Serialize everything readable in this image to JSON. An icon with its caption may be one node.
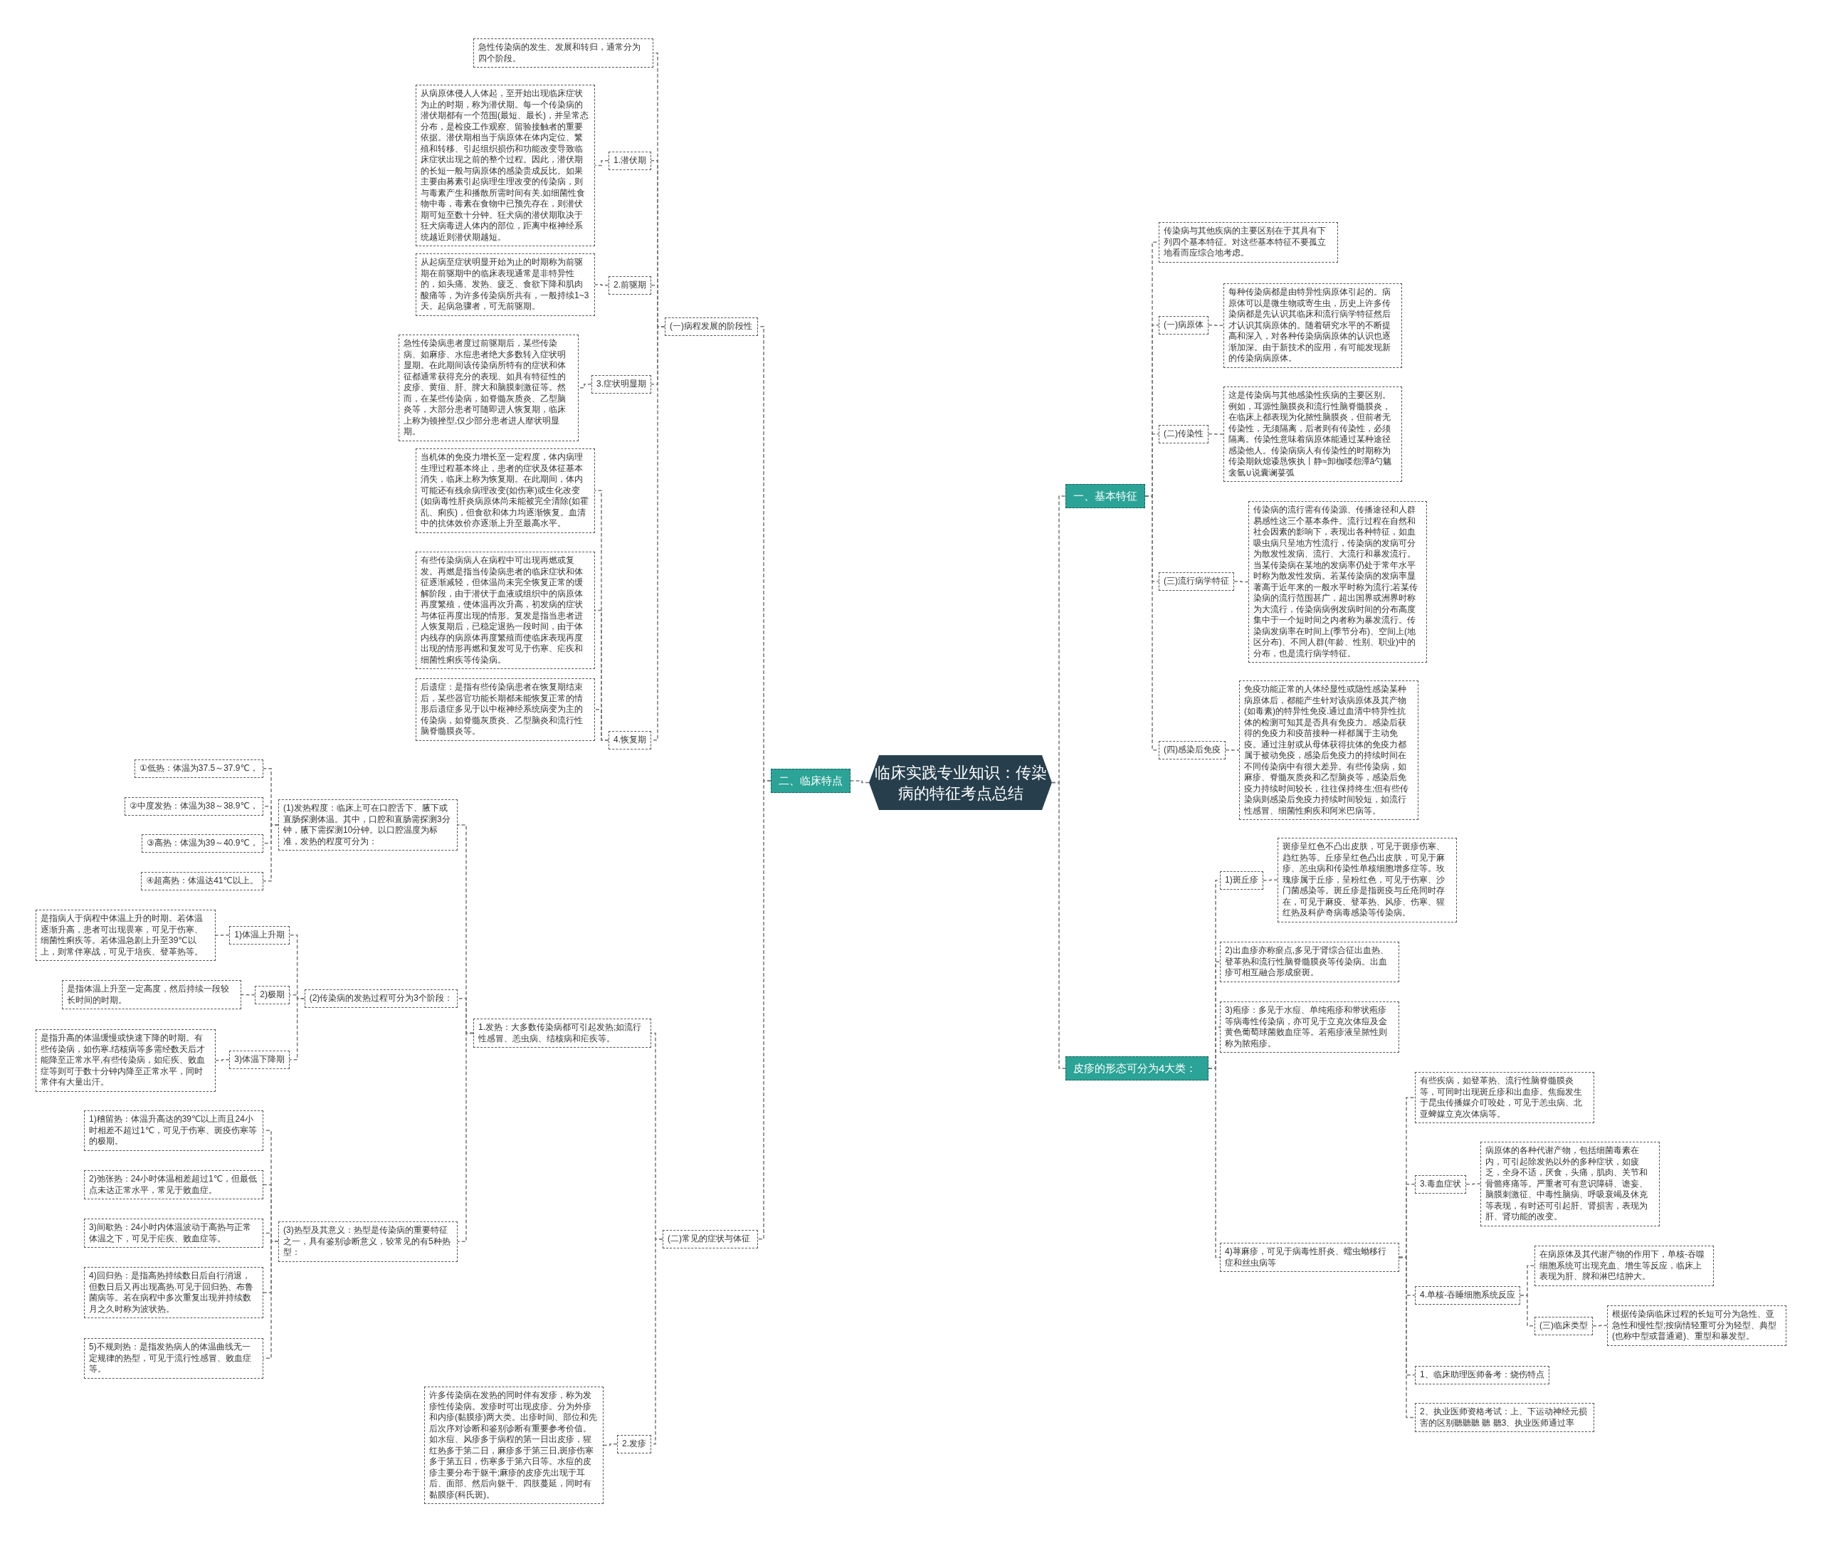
{
  "diagram": {
    "nodes": [
      {
        "text": [
          "临床实践专业知识：传染病的特征考点总结"
        ]
      },
      {
        "text": [
          "二、临床特点"
        ]
      },
      {
        "text": [
          "(一)病程发展的阶段性"
        ]
      },
      {
        "text": [
          "急性传染病的发生、发展和转归，通常分为四个阶段。"
        ]
      },
      {
        "text": [
          "1.潜伏期"
        ]
      },
      {
        "text": [
          "从病原体侵人人体起，至开始出现临床症状为止的时期，称为潜伏期。每一个传染病的潜伏期都有一个范围(最短、最长)，并呈常态分布，是检疫工作观察、留验接触者的重要依据。潜伏期相当于病原体在体内定位、繁殖和转移、引起组织损伤和功能改变导致临床症状出现之前的整个过程。因此，潜伏期的长短一般与病原体的感染贵成反比。如果主要由募素引起病理生理改变的传染病，则与毒素产生和播散所需时间有关.如细菌性食物中毒，毒素在食物中已预先存在，则潜伏期可短至数十分钟。狂犬病的潜伏期取决于狂犬病毒进人体内的部位，距离中枢神经系统越近则潜伏期越短。"
        ]
      },
      {
        "text": [
          "2.前驱期"
        ]
      },
      {
        "text": [
          "从起病至症状明显开始为止的时期称为前驱期在前驱期中的临床表现通常是非特异性的，如头痛、发热、疲乏、食欲下降和肌肉酸痛等，为许多传染病所共有，一般持续1~3天。起病急骤者，可无前驱期。"
        ]
      },
      {
        "text": [
          "3.症状明显期"
        ]
      },
      {
        "text": [
          "急性传染病患者度过前驱期后，某些传染病、如麻疹、水痘患者绝大多数转入症状明显期。在此期间该传染病所特有的症状和体征都通常获得充分的表现、如具有特征性的皮疹、黄疸、肝、脾大和脑膜刺激征等。然而，在某些传染病，如脊髓灰质炎、乙型脑炎等，大部分患者可随即进人恢复期，临床上称为顿挫型,仅少部分患者进人靡状明显期。"
        ]
      },
      {
        "text": [
          "4.恢复期"
        ]
      },
      {
        "text": [
          "当机体的免疫力增长至一定程度，体内病理生理过程基本终止，患者的症状及体征基本消失，临床上称为恢复期。在此期间，体内可能还有残余病理改变(如伤寒)或生化改变(如病毒性肝炎病原体尚未能被完全清除(如霍乱、痢疾)，但食欲和体力均逐渐恢复。血清中的抗体效价亦逐渐上升至最高水平。"
        ]
      },
      {
        "text": [
          "有些传染病病人在病程中可出现再燃或复发。再燃是指当传染病患者的临床症状和体征逐渐减轻，但体温尚未完全恢复正常的缓解阶段，由于潜伏于血液或组织中的病原体再度繁殖，使体温再次升高，初发病的症状与体征再度出现的情形。复发是指当患者进人恢复期后，已稳定退热一段时间，由于体内残存的病原体再度繁殖而使临床表现再度出现的情形再燃和复发可见于伤寒、疟疾和细菌性痢疾等传染病。"
        ]
      },
      {
        "text": [
          "后遗症：是指有些传染病患者在恢复期结束后，某些器官功能长期都未能恢复正常的情形后遗症多见于以中枢神经系统病变为主的传染病，如脊髓灰质炎、乙型脑炎和流行性脑脊髓膜炎等。"
        ]
      },
      {
        "text": [
          "(二)常见的症状与体征"
        ]
      },
      {
        "text": [
          "1.发热：大多数传染病都可引起发热;如流行性感冒、恙虫病、结核病和疟疾等。"
        ]
      },
      {
        "text": [
          "(1)发热程度：临床上可在口腔舌下、腋下或直肠探测体温。其中，口腔和直肠需探测3分钟，腋下需探测10分钟。以口腔温度为标准，发热的程度可分为："
        ]
      },
      {
        "text": [
          "①低热：体温为37.5～37.9℃，"
        ]
      },
      {
        "text": [
          "②中度发热：体温为38～38.9℃，"
        ]
      },
      {
        "text": [
          "③高热：体温为39～40.9℃，"
        ]
      },
      {
        "text": [
          "④超高热：体温达41℃以上。"
        ]
      },
      {
        "text": [
          "(2)传染病的发热过程可分为3个阶段："
        ]
      },
      {
        "text": [
          "1)体温上升期"
        ]
      },
      {
        "text": [
          "是指病人于病程中体温上升的时期。若体温逐渐升高，患者可出现畏寒，可见于伤寒、细菌性痢疾等。若体温急剧上升至39℃以上，则常伴寒战，可见于培疾、登革热等。"
        ]
      },
      {
        "text": [
          "2)极期"
        ]
      },
      {
        "text": [
          "是指体温上升至一定高度，然后持续一段较长时间的时期。"
        ]
      },
      {
        "text": [
          "3)体温下降期"
        ]
      },
      {
        "text": [
          "是指升高的体温缓慢或快速下降的时期。有些传染病，如伤寒.结核病等多需经数天后才能降至正常水平,有些传染病，如疟疾、败血症等则可于数十分钟内降至正常水平，同时常伴有大量出汗。"
        ]
      },
      {
        "text": [
          "(3)热型及其意义：热型是传染病的重要特征之一，具有鉴别诊断意义，较常见的有5种热型："
        ]
      },
      {
        "text": [
          "1)稽留热：体温升高达的39℃以上而且24小时相差不超过1℃，可见于伤寒、斑疫伤寒等的极期。"
        ]
      },
      {
        "text": [
          "2)弛张热：24小时体温相差超过1℃，但最低点未达正常水平，常见于败血症。"
        ]
      },
      {
        "text": [
          "3)间歇热：24小时内体温波动于高热与正常体温之下，可见于疟疾、败血症等。"
        ]
      },
      {
        "text": [
          "4)回归热：是指高热持续数日后自行消退，但数日后又再出现高热.可见于回归热、布鲁菌病等。若在病程中多次重复出现并持续数月之久时称为波状热。"
        ]
      },
      {
        "text": [
          "5)不规则热：是指发热病人的体温曲线无一定规律的热型，可见于流行性感冒、败血症等。"
        ]
      },
      {
        "text": [
          "2.发疹"
        ]
      },
      {
        "text": [
          "许多传染病在发热的同时伴有发疹，称为发疹性传染病。发疹时可出现皮疹。分为外疹和内疹(黏膜疹)两大类。出疹时间、部位和先后次序对诊断和鉴别诊断有重要参考价值。如水痘、风疹多于病程的第一日出皮疹，猩红热多于第二日，麻疹多于第三日,斑疹伤寒多于第五日，伤寒多于第六日等。水痘的皮疹主要分布于躯干;麻疹的皮疹先出现于耳后、面部、然后向躯干、四肢蔓延，同时有黏膜疹(科氏斑)。"
        ]
      },
      {
        "text": [
          "一、基本特征"
        ]
      },
      {
        "text": [
          "传染病与其他疾病的主要区别在于其具有下列四个基本特征。对这些基本特征不要孤立地看而应综合地考虑。"
        ]
      },
      {
        "text": [
          "(一)病原体"
        ]
      },
      {
        "text": [
          "每种传染病都是由特异性病原体引起的。病原体可以是微生物或寄生虫，历史上许多传染病都是先认识其临床和流行病学特征然后才认识其病原体的。随着研究水平的不断提高和深入，对各种传染病病原体的认识也逐渐加深。由于新技术的应用，有可能发现新的传染病病原体。"
        ]
      },
      {
        "text": [
          "(二)传染性"
        ]
      },
      {
        "text": [
          "这是传染病与其他感染性疾病的主要区别。例如，耳源性脑膜炎和流行性脑脊髓膜炎，在临床上都表现为化脓性脑膜炎，但前者无传染性，无须隔离，后者则有传染性，必须隔离。传染性意味着病原体能通过某种途径感染他人。传染病病人有传染性的时期称为传染期鈥熄诿恳恢执丨静≈卸枷喽怨潭ǎ勺魑衾氩∪说囊谰荽弧"
        ]
      },
      {
        "text": [
          "(三)流行病学特征"
        ]
      },
      {
        "text": [
          "传染病的流行需有传染源、传播途径和人群易感性这三个基本条件。流行过程在自然和社会因素的影响下，表现出各种特征，如血吸虫病只呈地方性流行，传染病的发病可分为散发性发病、流行、大流行和暴发流行。当某传染病在某地的发病率仍处于常年水平时称为散发性发病。若某传染病的发病率显著高于近年来的一般水平时称为流行;若某传染病的流行范围甚广，超出国界或洲界时称为大流行，传染病病例发病时间的分布高度集中于一个短时间之内者称为暴发流行。传染病发病率在时间上(季节分布)、空间上(地区分布)、不同人群(年龄、性别、职业)中的分布，也是流行病学特征。"
        ]
      },
      {
        "text": [
          "(四)感染后免疫"
        ]
      },
      {
        "text": [
          "免疫功能正常的人体经显性或隐性感染某种病原体后，都能产生针对该病原体及其产物(如毒素)的特异性免疫.通过血清中特异性抗体的检测可知其是否具有免疫力。感染后获得的免疫力和疫苗接种一样都属于主动免疫。通过注射或从母体获得抗体的免疫力都属于被动免疫，感染后免疫力的持续时间在不同传染病中有很大差异。有些传染病，如麻疹、脊髓灰质炎和乙型脑炎等，感染后免疫力持续时间较长，往往保持终生;但有些传染病则感染后免疫力持续时间较短，如流行性感冒、细菌性痢疾和阿米巴病等。"
        ]
      },
      {
        "text": [
          "皮疹的形态可分为4大类："
        ]
      },
      {
        "text": [
          "1)斑丘疹"
        ]
      },
      {
        "text": [
          "斑疹呈红色不凸出皮肤，可见于斑疹伤寒、趋红热等。丘疹呈红色凸出皮肤，可见于麻疹、恙虫病和传染性单核细胞增多症等。玫瑰疹属于丘疹，呈粉红色，可见于伤寒、沙门菌感染等。斑丘疹是指斑疫与丘疮同时存在，可见于麻疫、登革热、风疹、伤寒、猩红热及科萨奇病毒感染等传染病。"
        ]
      },
      {
        "text": [
          "2)出血疹亦称瘀点,多见于肾综合征出血热、登革热和流行性脑脊髓膜炎等传染病。出血疹可相互融合形成瘀斑。"
        ]
      },
      {
        "text": [
          "3)疱疹：多见于水痘、单纯疱疹和带状疱疹等病毒性传染病，亦可见于立克次体痘及金黄色葡萄球菌败血症等。若疱疹液呈脓性则称为脓疱疹。"
        ]
      },
      {
        "text": [
          "4)荨麻疹，可见于病毒性肝炎、蠕虫蚴移行症和丝虫病等"
        ]
      },
      {
        "text": [
          "有些疾病，如登革热、流行性脑脊髓膜炎等，可同时出现斑丘疹和出血疹。焦痂发生于昆虫传播媒介叮咬处，可见于恙虫病、北亚蜱媒立克次体病等。"
        ]
      },
      {
        "text": [
          "3.毒血症状"
        ]
      },
      {
        "text": [
          "病原体的各种代谢产物，包括细菌毒素在内，可引起除发热以外的多种症状，如疲乏，全身不适，厌食，头痛，肌肉、关节和骨骼疼痛等。严重者可有意识障碍、谵妄、脑膜刺激征、中毒性脑病、呼吸衰竭及休克等表现，有时还可引起肝、肾损害，表现为肝、肾功能的改变。"
        ]
      },
      {
        "text": [
          "4.单核-吞睡细胞系统反应"
        ]
      },
      {
        "text": [
          "在病原体及其代谢产物的作用下，单核-吞噬细胞系统可出现充血、增生等反应，临床上表现为肝、脾和淋巴结肿大。"
        ]
      },
      {
        "text": [
          "(三)临床类型"
        ]
      },
      {
        "text": [
          "根据传染病临床过程的长短可分为急性、亚急性和慢性型;按病情轻重可分为轻型、典型(也称中型或普通避)、重型和暴发型。"
        ]
      },
      {
        "text": [
          "1、临床助理医师备考：烧伤特点"
        ]
      },
      {
        "text": [
          "2、执业医师资格考试：上、下运动神经元损害的区别聽聽聽 聽 聽3、执业医师通过率"
        ]
      }
    ],
    "edges": [
      {
        "from": 0,
        "to": 1,
        "arrow": "none"
      },
      {
        "from": 0,
        "to": 36,
        "arrow": "none"
      },
      {
        "from": 0,
        "to": 46,
        "arrow": "none"
      },
      {
        "from": 1,
        "to": 2,
        "arrow": "none"
      },
      {
        "from": 1,
        "to": 14,
        "arrow": "none"
      },
      {
        "from": 2,
        "to": 3,
        "arrow": "none"
      },
      {
        "from": 2,
        "to": 4,
        "arrow": "none"
      },
      {
        "from": 2,
        "to": 6,
        "arrow": "none"
      },
      {
        "from": 2,
        "to": 8,
        "arrow": "none"
      },
      {
        "from": 2,
        "to": 10,
        "arrow": "none"
      },
      {
        "from": 4,
        "to": 5,
        "arrow": "none"
      },
      {
        "from": 6,
        "to": 7,
        "arrow": "none"
      },
      {
        "from": 8,
        "to": 9,
        "arrow": "none"
      },
      {
        "from": 10,
        "to": 11,
        "arrow": "none"
      },
      {
        "from": 10,
        "to": 12,
        "arrow": "none"
      },
      {
        "from": 10,
        "to": 13,
        "arrow": "none"
      },
      {
        "from": 14,
        "to": 15,
        "arrow": "none"
      },
      {
        "from": 14,
        "to": 34,
        "arrow": "none"
      },
      {
        "from": 15,
        "to": 16,
        "arrow": "none"
      },
      {
        "from": 15,
        "to": 21,
        "arrow": "none"
      },
      {
        "from": 15,
        "to": 28,
        "arrow": "none"
      },
      {
        "from": 16,
        "to": 17,
        "arrow": "none"
      },
      {
        "from": 16,
        "to": 18,
        "arrow": "none"
      },
      {
        "from": 16,
        "to": 19,
        "arrow": "none"
      },
      {
        "from": 16,
        "to": 20,
        "arrow": "none"
      },
      {
        "from": 21,
        "to": 22,
        "arrow": "none"
      },
      {
        "from": 21,
        "to": 24,
        "arrow": "none"
      },
      {
        "from": 21,
        "to": 26,
        "arrow": "none"
      },
      {
        "from": 22,
        "to": 23,
        "arrow": "none"
      },
      {
        "from": 24,
        "to": 25,
        "arrow": "none"
      },
      {
        "from": 26,
        "to": 27,
        "arrow": "none"
      },
      {
        "from": 28,
        "to": 29,
        "arrow": "none"
      },
      {
        "from": 28,
        "to": 30,
        "arrow": "none"
      },
      {
        "from": 28,
        "to": 31,
        "arrow": "none"
      },
      {
        "from": 28,
        "to": 32,
        "arrow": "none"
      },
      {
        "from": 28,
        "to": 33,
        "arrow": "none"
      },
      {
        "from": 34,
        "to": 35,
        "arrow": "none"
      },
      {
        "from": 36,
        "to": 37,
        "arrow": "none"
      },
      {
        "from": 36,
        "to": 38,
        "arrow": "none"
      },
      {
        "from": 36,
        "to": 40,
        "arrow": "none"
      },
      {
        "from": 36,
        "to": 42,
        "arrow": "none"
      },
      {
        "from": 36,
        "to": 44,
        "arrow": "none"
      },
      {
        "from": 38,
        "to": 39,
        "arrow": "none"
      },
      {
        "from": 40,
        "to": 41,
        "arrow": "none"
      },
      {
        "from": 42,
        "to": 43,
        "arrow": "none"
      },
      {
        "from": 44,
        "to": 45,
        "arrow": "none"
      },
      {
        "from": 46,
        "to": 47,
        "arrow": "none"
      },
      {
        "from": 46,
        "to": 49,
        "arrow": "none"
      },
      {
        "from": 46,
        "to": 50,
        "arrow": "none"
      },
      {
        "from": 46,
        "to": 51,
        "arrow": "none"
      },
      {
        "from": 47,
        "to": 48,
        "arrow": "none"
      },
      {
        "from": 51,
        "to": 52,
        "arrow": "none"
      },
      {
        "from": 51,
        "to": 53,
        "arrow": "none"
      },
      {
        "from": 51,
        "to": 55,
        "arrow": "none"
      },
      {
        "from": 51,
        "to": 59,
        "arrow": "none"
      },
      {
        "from": 51,
        "to": 60,
        "arrow": "none"
      },
      {
        "from": 53,
        "to": 54,
        "arrow": "none"
      },
      {
        "from": 55,
        "to": 56,
        "arrow": "none"
      },
      {
        "from": 55,
        "to": 57,
        "arrow": "none"
      },
      {
        "from": 57,
        "to": 58,
        "arrow": "none"
      }
    ]
  }
}
